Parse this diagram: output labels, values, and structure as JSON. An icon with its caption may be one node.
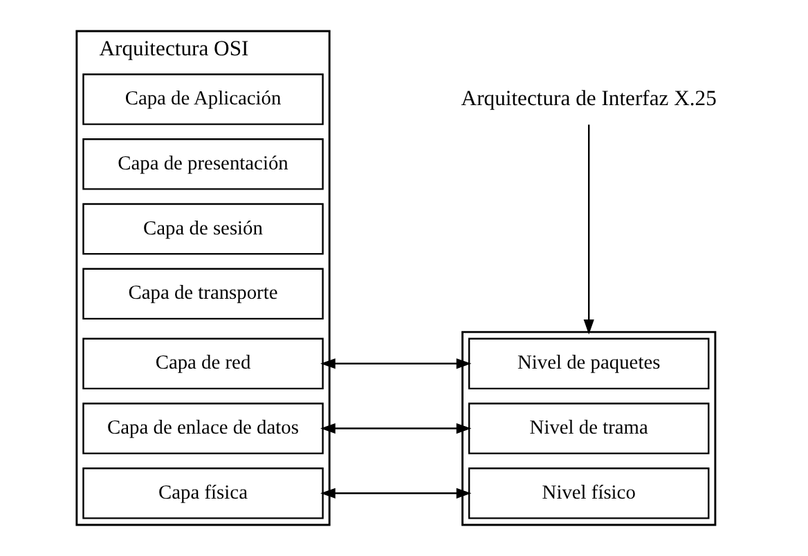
{
  "diagram": {
    "nodes": [
      {
        "text": [
          "Arquitectura OSI"
        ]
      },
      {
        "text": [
          "Capa de Aplicación"
        ],
        "in": 0
      },
      {
        "text": [
          "Capa de presentación"
        ],
        "in": 0
      },
      {
        "text": [
          "Capa de sesión"
        ],
        "in": 0
      },
      {
        "text": [
          "Capa de transporte"
        ],
        "in": 0
      },
      {
        "text": [
          "Capa de red"
        ],
        "in": 0
      },
      {
        "text": [
          "Capa de enlace de datos"
        ],
        "in": 0
      },
      {
        "text": [
          "Capa física"
        ],
        "in": 0
      },
      {
        "text": [
          "Arquitectura de Interfaz X.25"
        ]
      },
      {
        "text": [],
        "shape": "box"
      },
      {
        "text": [
          "Nivel de paquetes"
        ],
        "in": 9
      },
      {
        "text": [
          "Nivel de trama"
        ],
        "in": 9
      },
      {
        "text": [
          "Nivel físico"
        ],
        "in": 9
      }
    ],
    "edges": [
      {
        "from": 8,
        "to": 9,
        "arrow": "to"
      },
      {
        "from": 5,
        "to": 10,
        "arrow": "both"
      },
      {
        "from": 6,
        "to": 11,
        "arrow": "both"
      },
      {
        "from": 7,
        "to": 12,
        "arrow": "both"
      }
    ]
  }
}
